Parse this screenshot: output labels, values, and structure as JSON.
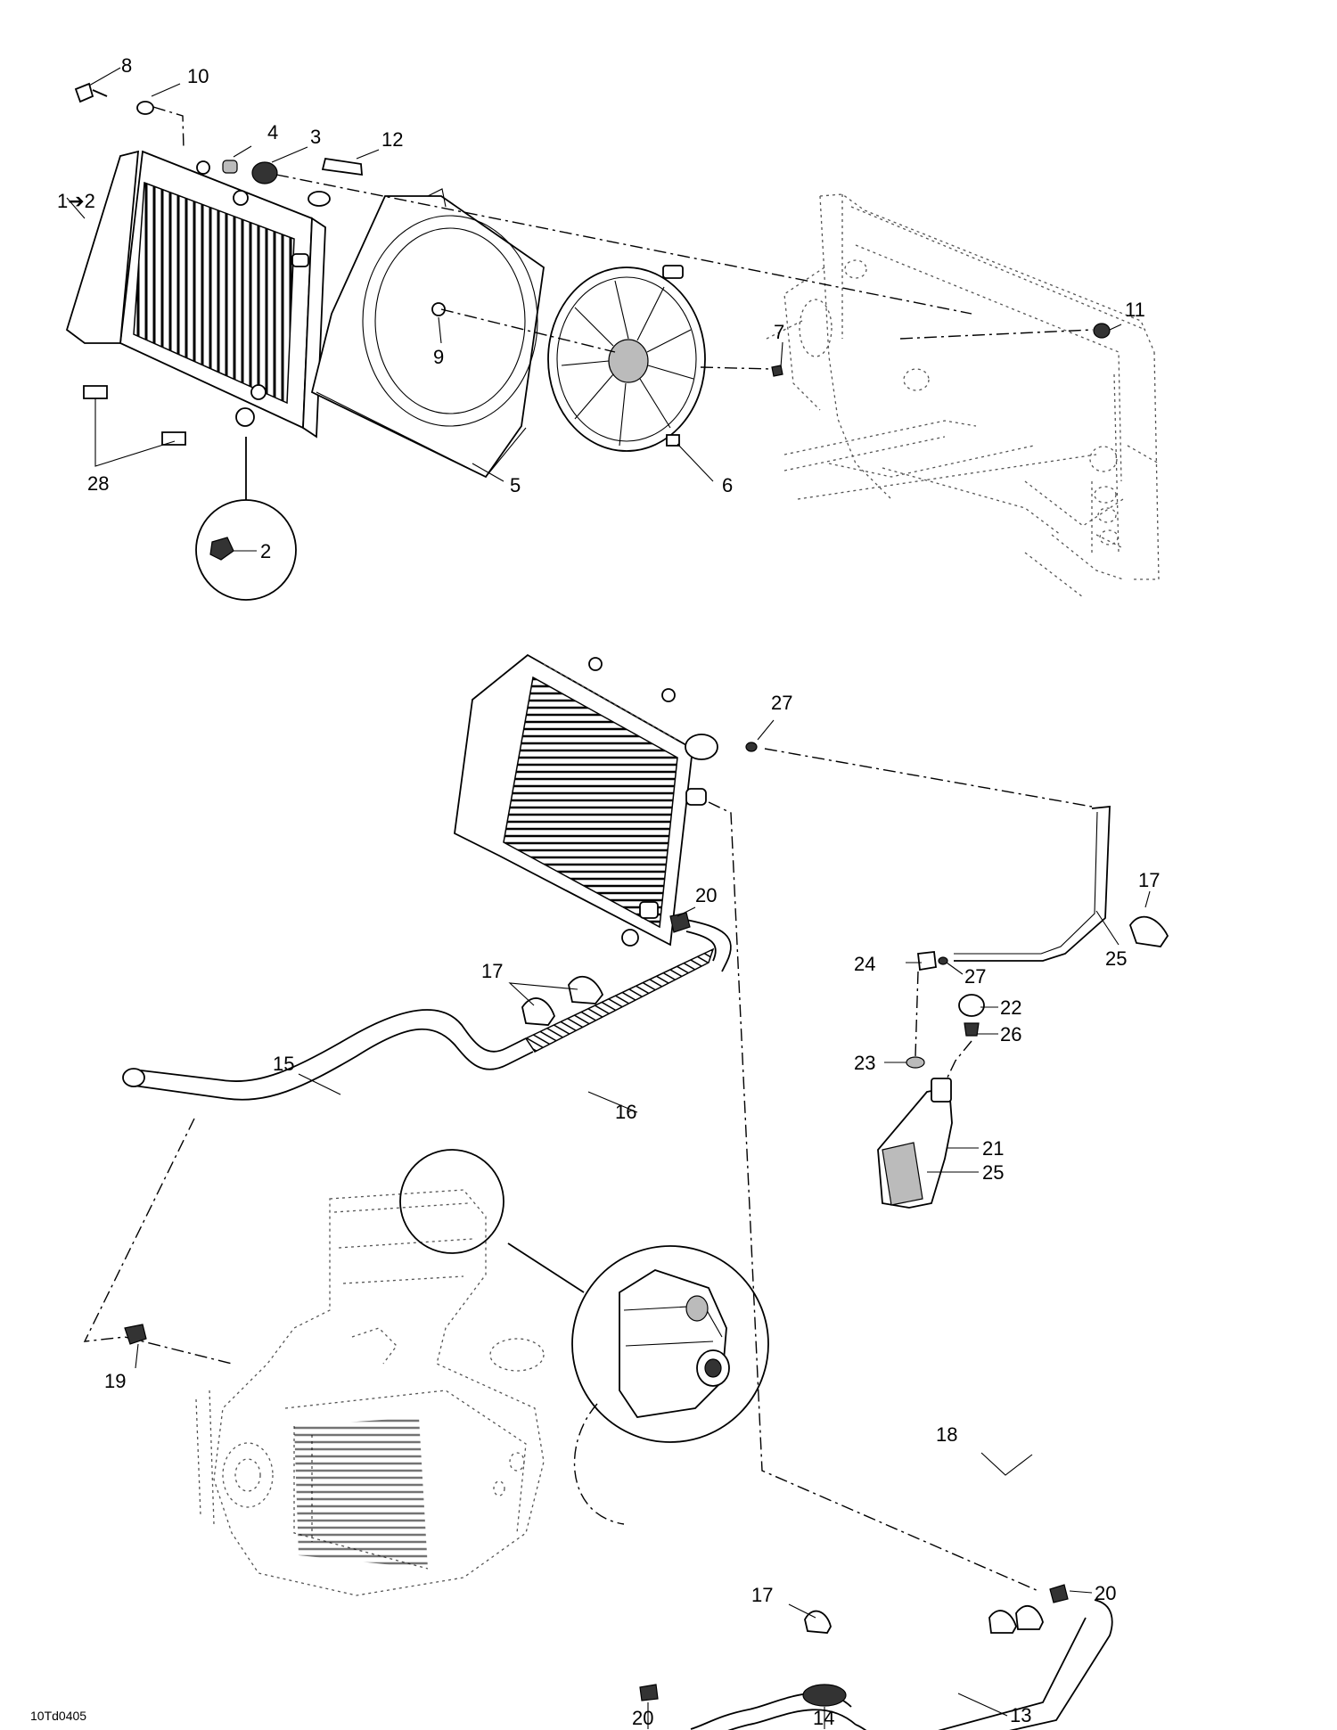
{
  "callouts": [
    {
      "id": "c-8",
      "text": "8"
    },
    {
      "id": "c-10",
      "text": "10"
    },
    {
      "id": "c-4",
      "text": "4"
    },
    {
      "id": "c-3",
      "text": "3"
    },
    {
      "id": "c-12",
      "text": "12"
    },
    {
      "id": "c-1-2",
      "text": "1➔2"
    },
    {
      "id": "c-9",
      "text": "9"
    },
    {
      "id": "c-7",
      "text": "7"
    },
    {
      "id": "c-11",
      "text": "11"
    },
    {
      "id": "c-28",
      "text": "28"
    },
    {
      "id": "c-5",
      "text": "5"
    },
    {
      "id": "c-6",
      "text": "6"
    },
    {
      "id": "c-2",
      "text": "2"
    },
    {
      "id": "c-27a",
      "text": "27"
    },
    {
      "id": "c-17a",
      "text": "17"
    },
    {
      "id": "c-20a",
      "text": "20"
    },
    {
      "id": "c-17b",
      "text": "17"
    },
    {
      "id": "c-24",
      "text": "24"
    },
    {
      "id": "c-27b",
      "text": "27"
    },
    {
      "id": "c-25a",
      "text": "25"
    },
    {
      "id": "c-22",
      "text": "22"
    },
    {
      "id": "c-26",
      "text": "26"
    },
    {
      "id": "c-23",
      "text": "23"
    },
    {
      "id": "c-15",
      "text": "15"
    },
    {
      "id": "c-16",
      "text": "16"
    },
    {
      "id": "c-21",
      "text": "21"
    },
    {
      "id": "c-25b",
      "text": "25"
    },
    {
      "id": "c-19",
      "text": "19"
    },
    {
      "id": "c-20b",
      "text": "20"
    },
    {
      "id": "c-18",
      "text": "18"
    },
    {
      "id": "c-17c",
      "text": "17"
    },
    {
      "id": "c-13",
      "text": "13"
    },
    {
      "id": "c-20c",
      "text": "20"
    },
    {
      "id": "c-14",
      "text": "14"
    }
  ],
  "drawing_ref": "10Td0405"
}
